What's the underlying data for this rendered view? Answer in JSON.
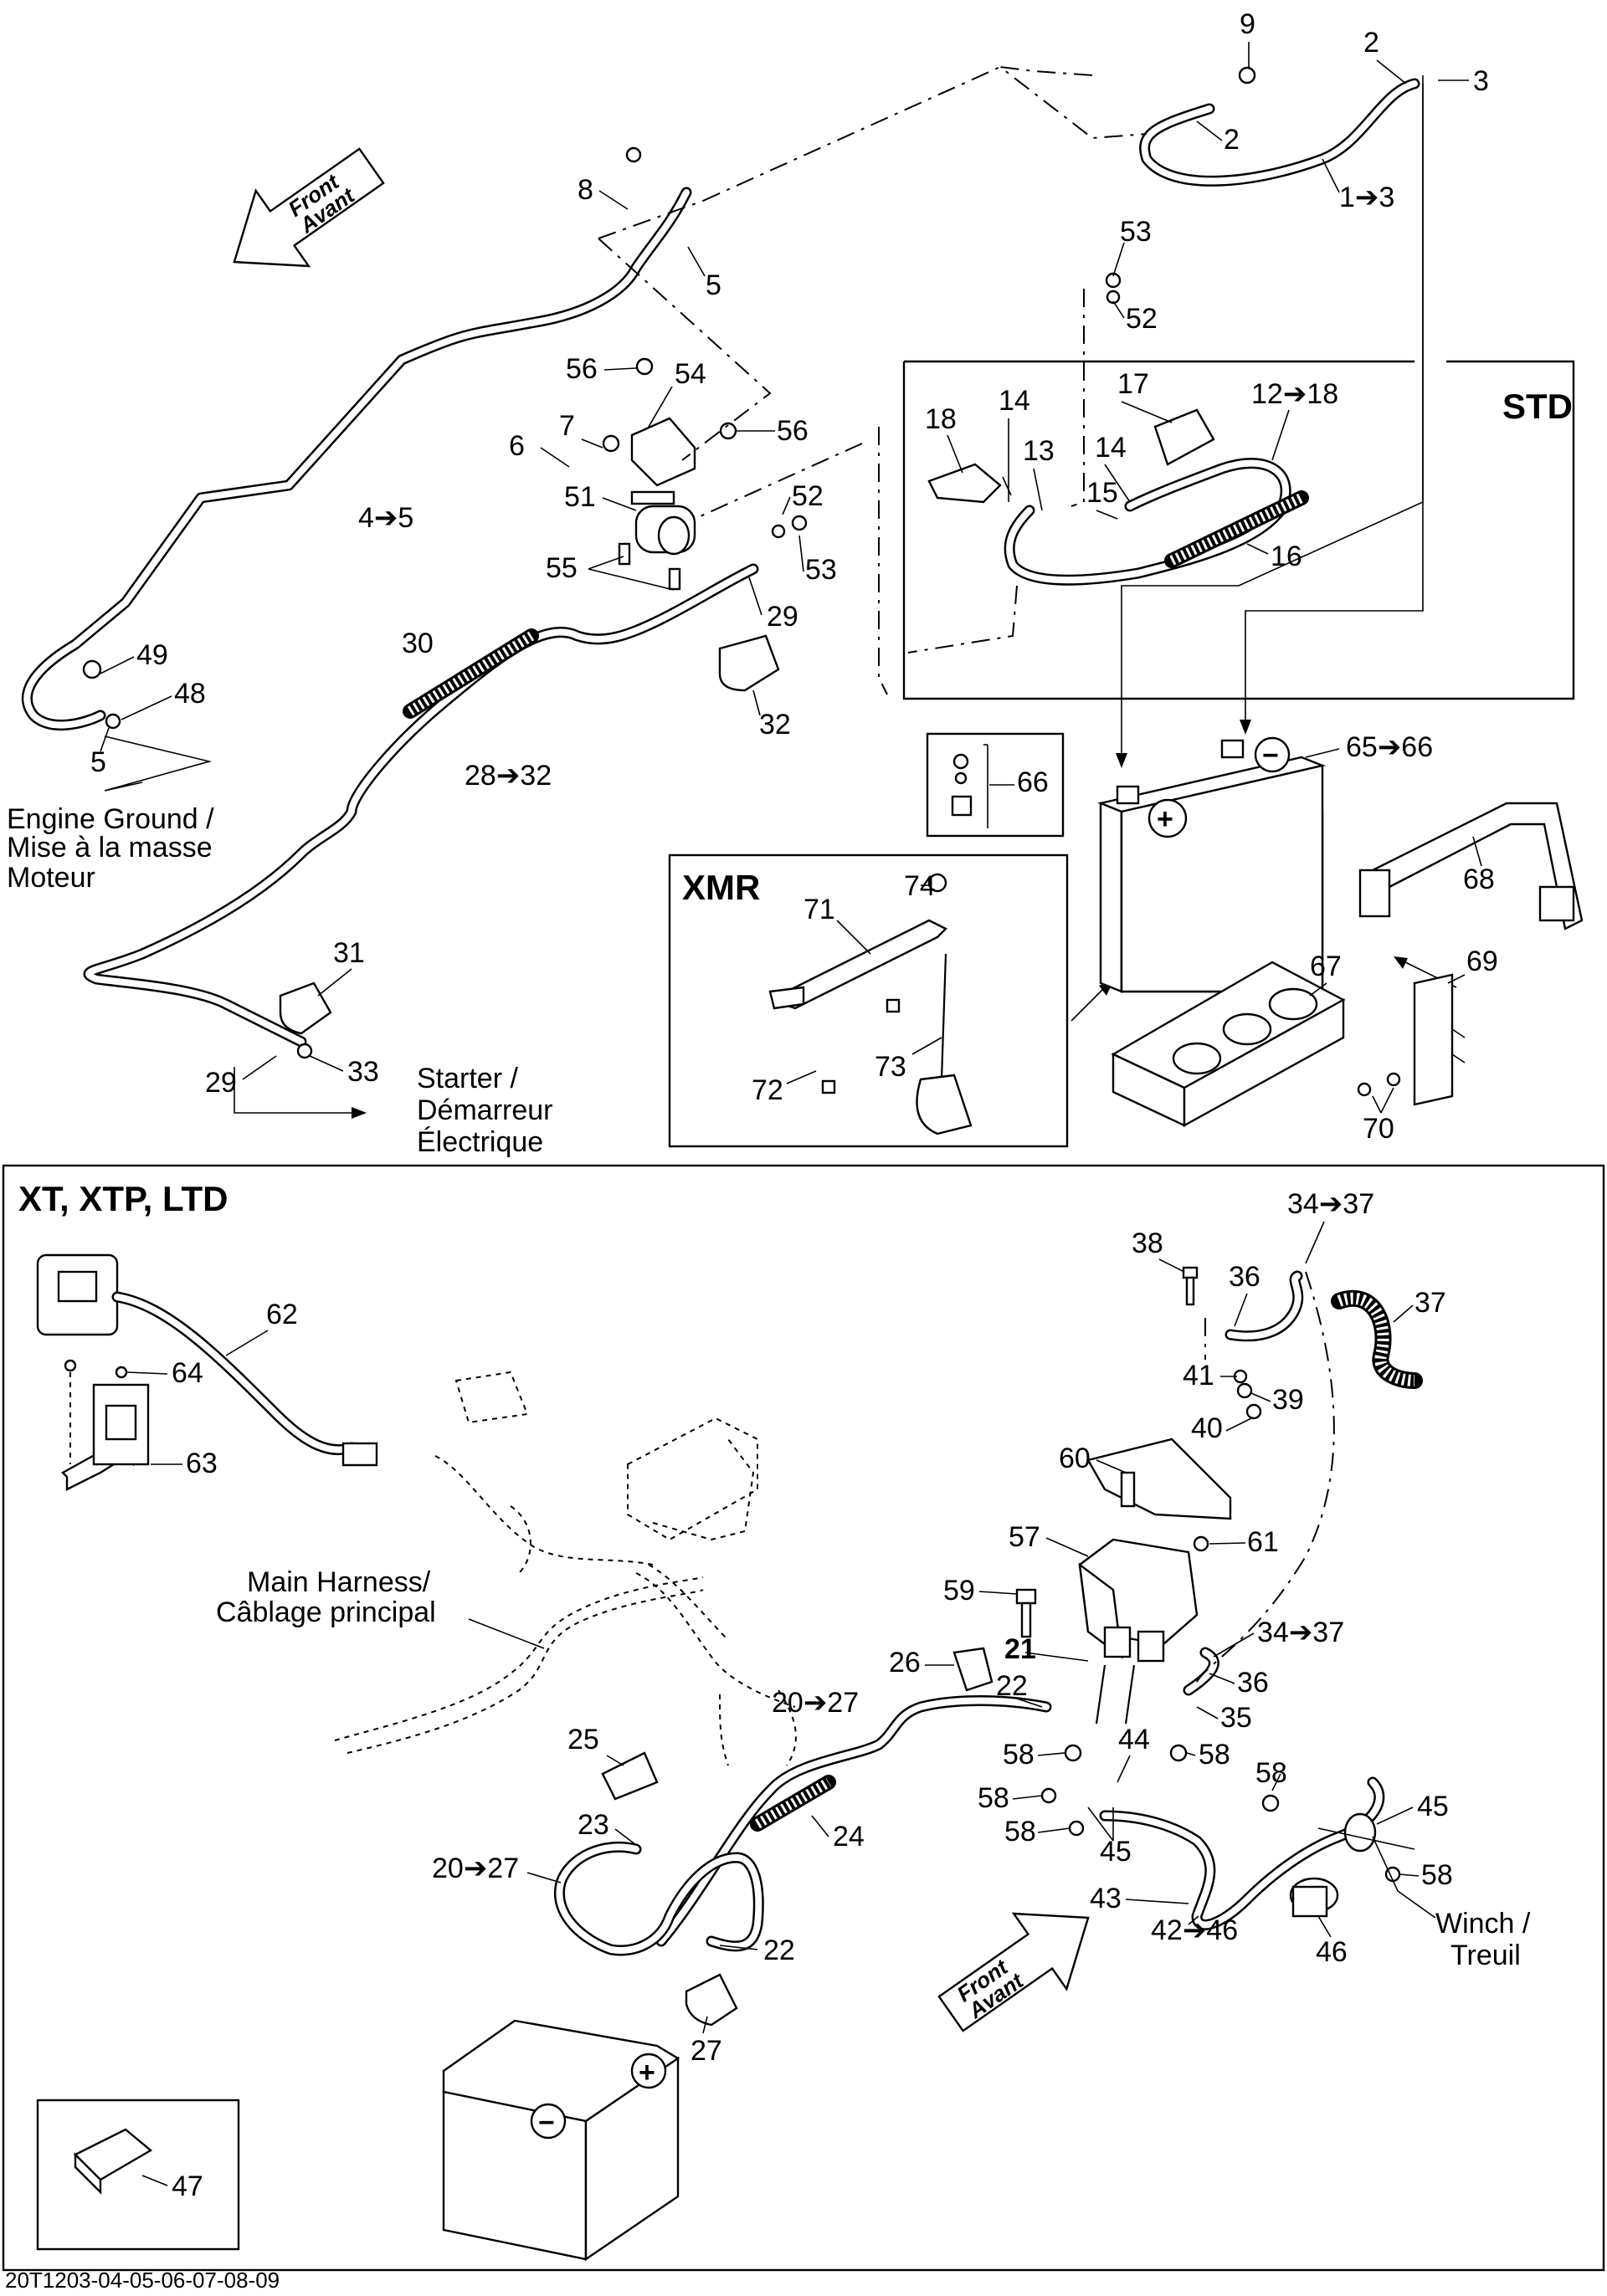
{
  "callouts": {
    "c1": "1➔3",
    "c2a": "2",
    "c2b": "2",
    "c3": "3",
    "c4": "4➔5",
    "c5a": "5",
    "c5b": "5",
    "c6": "6",
    "c7": "7",
    "c8": "8",
    "c9": "9",
    "c12": "12➔18",
    "c13": "13",
    "c14a": "14",
    "c14b": "14",
    "c15": "15",
    "c16": "16",
    "c17": "17",
    "c18": "18",
    "c20a": "20➔27",
    "c20b": "20➔27",
    "c21": "21",
    "c22a": "22",
    "c22b": "22",
    "c23": "23",
    "c24": "24",
    "c25": "25",
    "c26": "26",
    "c27": "27",
    "c28": "28➔32",
    "c29a": "29",
    "c29b": "29",
    "c30": "30",
    "c31": "31",
    "c32": "32",
    "c33": "33",
    "c34a": "34➔37",
    "c34b": "34➔37",
    "c35": "35",
    "c36a": "36",
    "c36b": "36",
    "c37": "37",
    "c38": "38",
    "c39": "39",
    "c40": "40",
    "c41": "41",
    "c42": "42➔46",
    "c43": "43",
    "c44": "44",
    "c45a": "45",
    "c45b": "45",
    "c46": "46",
    "c47": "47",
    "c48": "48",
    "c49": "49",
    "c51": "51",
    "c52a": "52",
    "c52b": "52",
    "c53a": "53",
    "c53b": "53",
    "c54": "54",
    "c55": "55",
    "c56a": "56",
    "c56b": "56",
    "c57": "57",
    "c58a": "58",
    "c58b": "58",
    "c58c": "58",
    "c58d": "58",
    "c58e": "58",
    "c58f": "58",
    "c59": "59",
    "c60": "60",
    "c61": "61",
    "c62": "62",
    "c63": "63",
    "c64": "64",
    "c65": "65➔66",
    "c66": "66",
    "c67": "67",
    "c68": "68",
    "c69": "69",
    "c70": "70",
    "c71": "71",
    "c72": "72",
    "c73": "73",
    "c74": "74"
  },
  "sections": {
    "std": "STD",
    "xmr": "XMR",
    "xt": "XT, XTP, LTD"
  },
  "notes": {
    "engine_ground_1": "Engine Ground /",
    "engine_ground_2": "Mise à la masse",
    "engine_ground_3": "Moteur",
    "starter_1": "Starter /",
    "starter_2": "Démarreur",
    "starter_3": "Électrique",
    "harness_1": "Main Harness/",
    "harness_2": "Câblage principal",
    "winch_1": "Winch /",
    "winch_2": "Treuil"
  },
  "front_arrow": {
    "line1": "Front",
    "line2": "Avant"
  },
  "symbols": {
    "plus": "+",
    "minus": "−"
  },
  "footer_code": "20T1203-04-05-06-07-08-09"
}
